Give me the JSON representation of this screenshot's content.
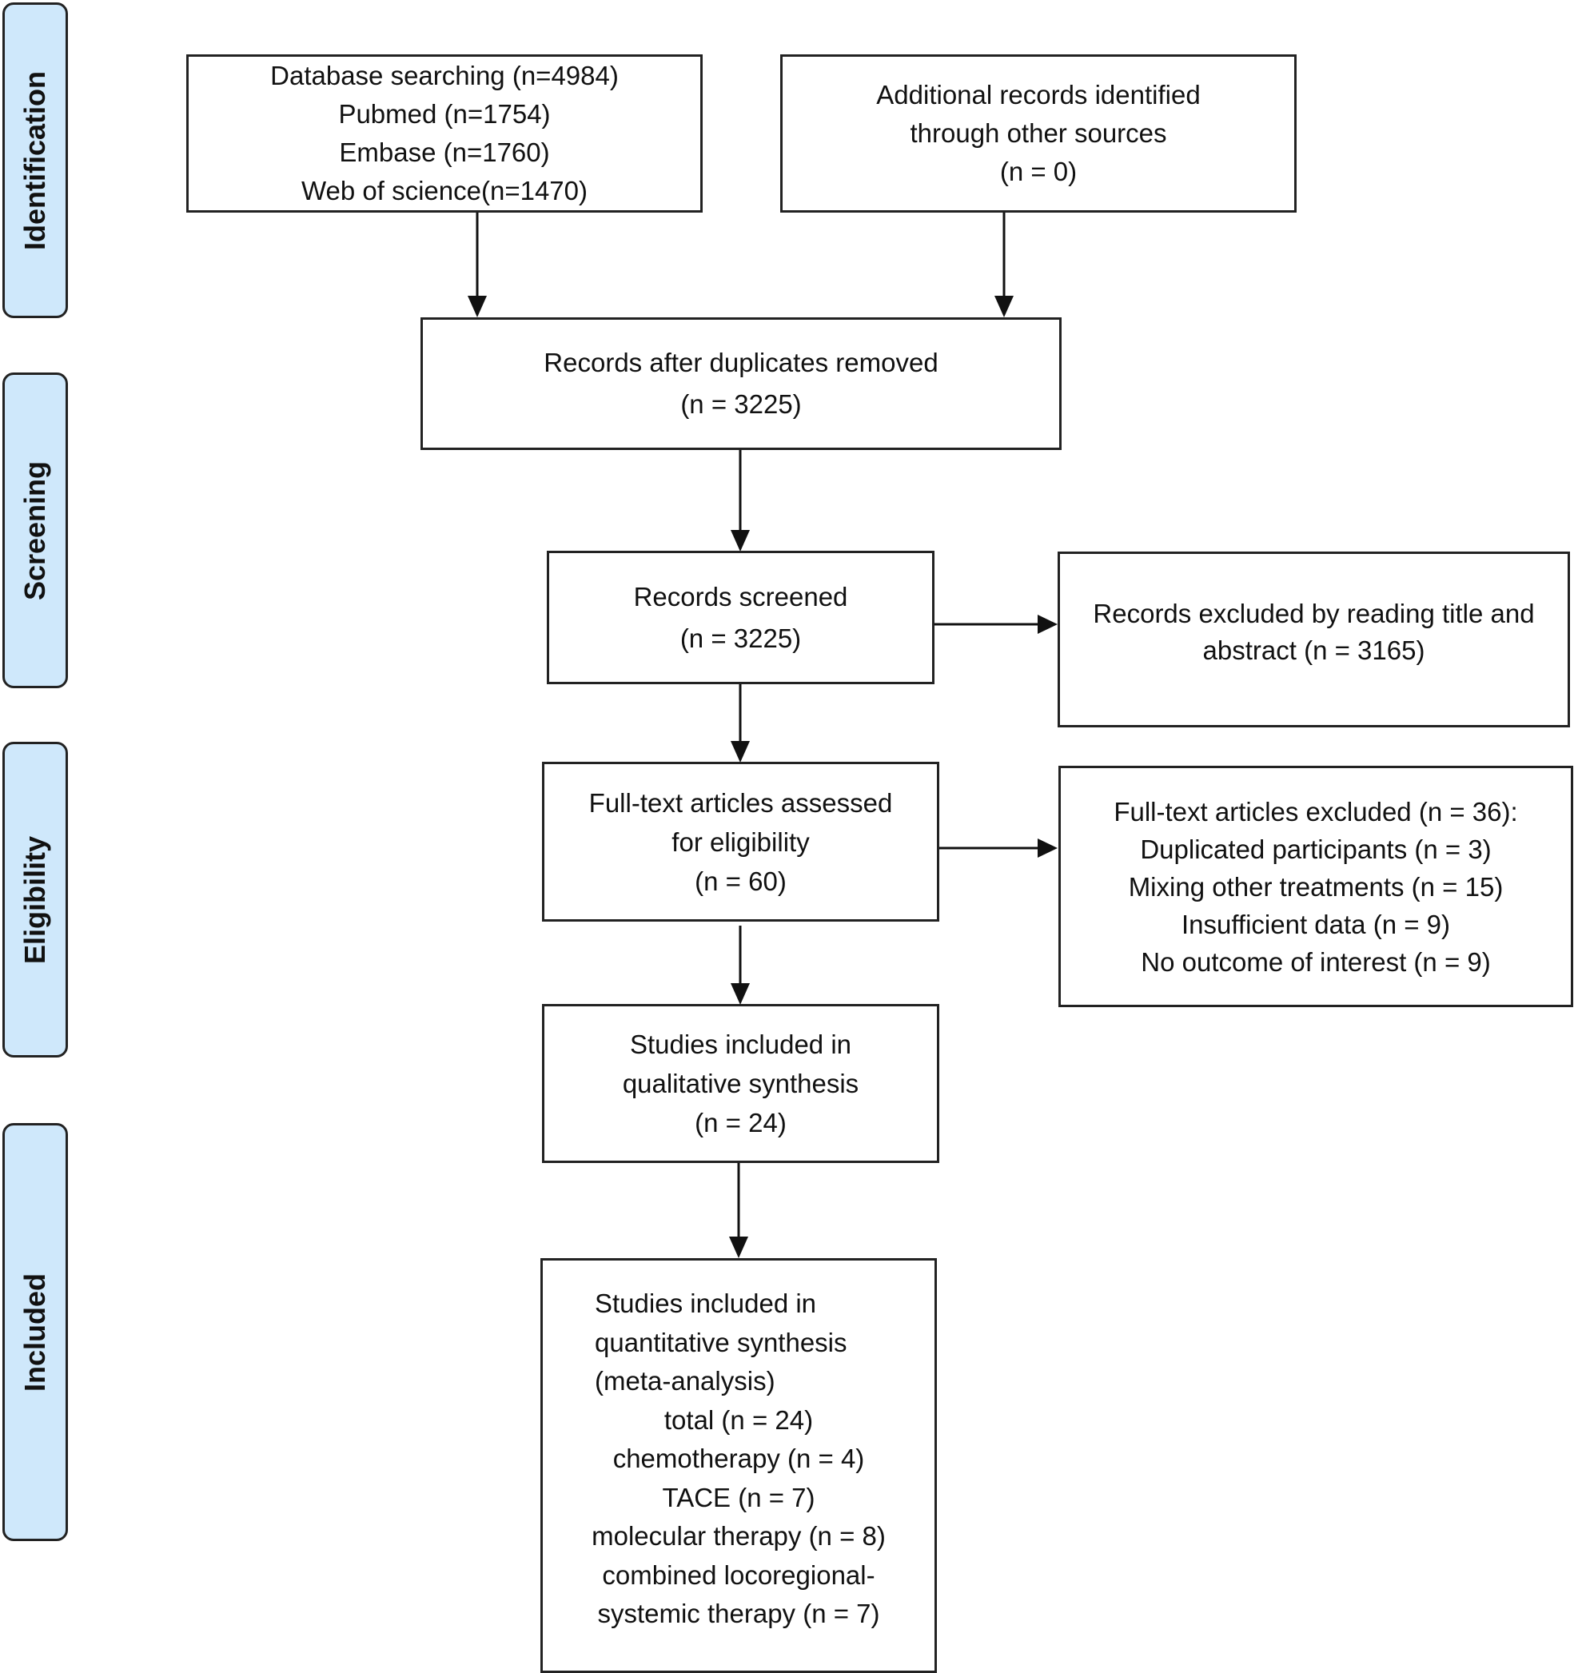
{
  "stages": [
    {
      "id": "identification",
      "label": "Identification"
    },
    {
      "id": "screening",
      "label": "Screening"
    },
    {
      "id": "eligibility",
      "label": "Eligibility"
    },
    {
      "id": "included",
      "label": "Included"
    }
  ],
  "boxes": {
    "database": {
      "lines": [
        "Database searching (n=4984)",
        "Pubmed (n=1754)",
        "Embase (n=1760)",
        "Web of science(n=1470)"
      ]
    },
    "additional": {
      "lines": [
        "Additional records identified",
        "through other sources",
        "(n = 0)"
      ]
    },
    "deduplicated": {
      "lines": [
        "Records after duplicates removed",
        "(n = 3225)"
      ]
    },
    "screened": {
      "lines": [
        "Records screened",
        "(n = 3225)"
      ]
    },
    "excluded_title": {
      "lines": [
        "Records excluded by reading title and",
        "abstract (n = 3165)"
      ]
    },
    "fulltext": {
      "lines": [
        "Full-text articles assessed",
        "for eligibility",
        "(n = 60)"
      ]
    },
    "fulltext_excluded": {
      "lines": [
        "Full-text articles excluded (n = 36):",
        "Duplicated participants (n = 3)",
        "Mixing other treatments (n = 15)",
        "Insufficient data (n = 9)",
        "No outcome of interest (n = 9)"
      ]
    },
    "qualitative": {
      "lines": [
        "Studies included in",
        "qualitative synthesis",
        "(n = 24)"
      ]
    },
    "quantitative": {
      "lines": [
        "Studies included in",
        "quantitative synthesis",
        "(meta-analysis)",
        "total (n = 24)",
        "chemotherapy (n = 4)",
        "TACE (n = 7)",
        "molecular therapy (n = 8)",
        "combined locoregional-",
        "systemic therapy (n = 7)"
      ]
    }
  }
}
